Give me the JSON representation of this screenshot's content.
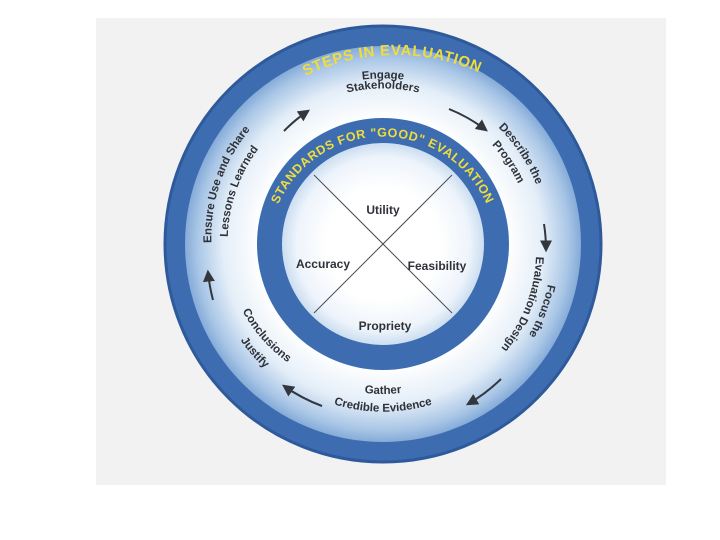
{
  "outer_title": "STEPS IN EVALUATION",
  "inner_title": "STANDARDS FOR \"GOOD\" EVALUATION",
  "steps": [
    {
      "line1": "Engage",
      "line2": "Stakeholders"
    },
    {
      "line1": "Describe the",
      "line2": "Program"
    },
    {
      "line1": "Focus the",
      "line2": "Evaluation Design"
    },
    {
      "line1": "Gather",
      "line2": "Credible Evidence"
    },
    {
      "line1": "Justify",
      "line2": "Conclusions"
    },
    {
      "line1": "Ensure Use and Share",
      "line2": "Lessons Learned"
    }
  ],
  "standards": {
    "top": "Utility",
    "right": "Feasibility",
    "bottom": "Propriety",
    "left": "Accuracy"
  },
  "colors": {
    "ring": "#3d6db0",
    "ring_light": "#cfe0f2",
    "title_text": "#f0dc3c",
    "label_text": "#2f3138",
    "arrow": "#33363d"
  }
}
